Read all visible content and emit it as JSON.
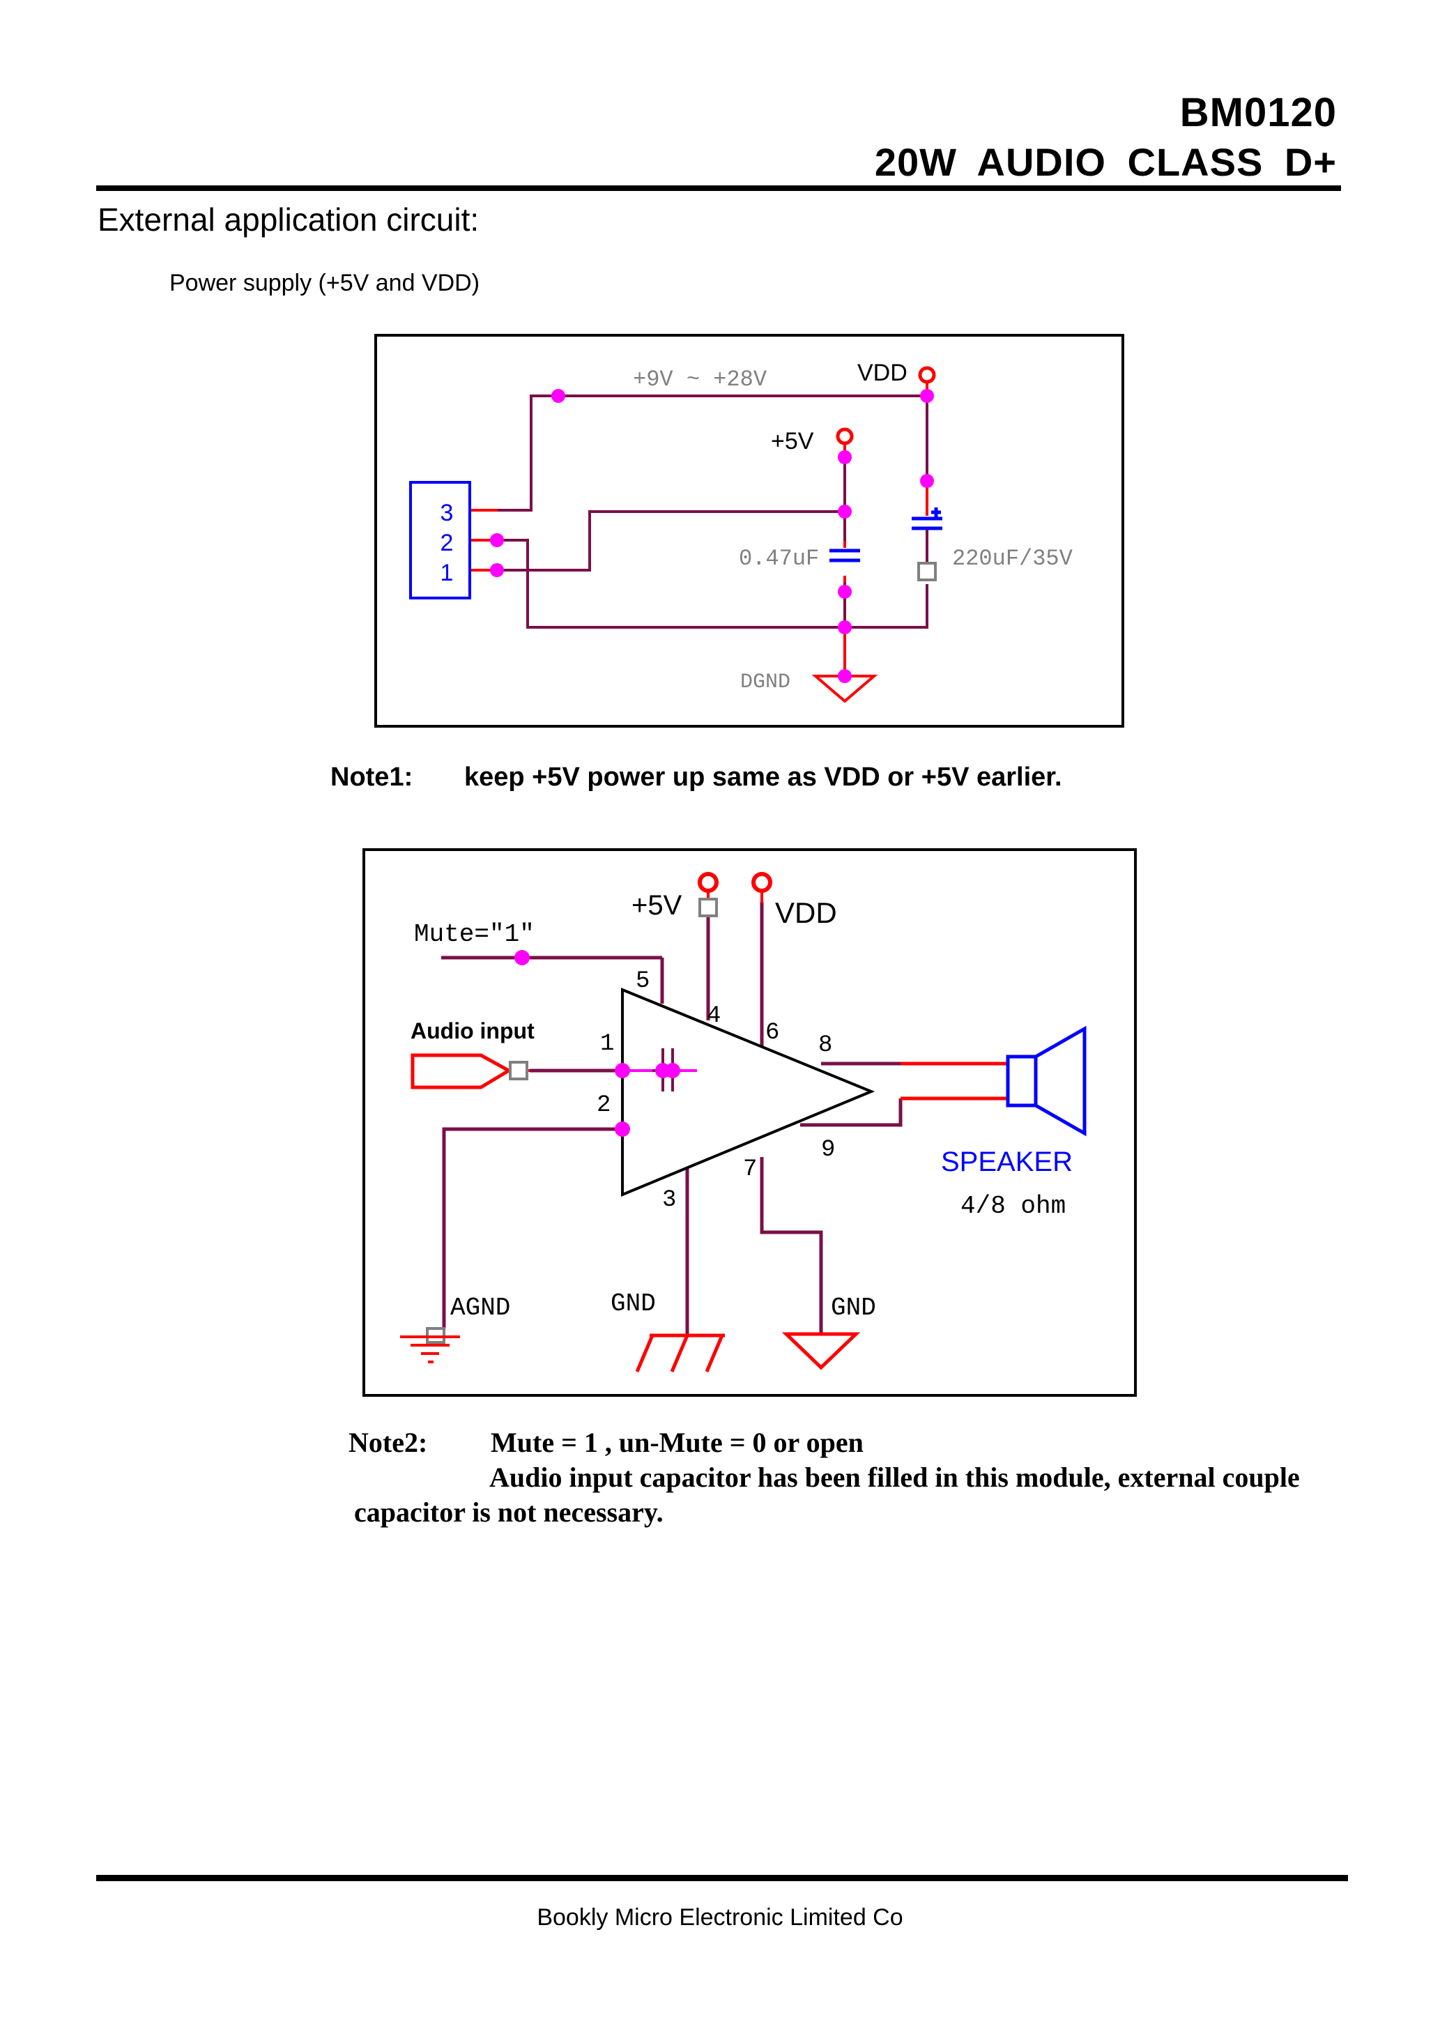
{
  "header": {
    "model": "BM0120",
    "subtitle": "20W  AUDIO  CLASS  D+"
  },
  "section_title": "External application circuit:",
  "power_supply": {
    "heading": "Power supply (+5V and VDD)",
    "voltage_range": "+9V ~ +28V",
    "vdd_label": "VDD",
    "p5v_label": "+5V",
    "connector_pins": [
      "3",
      "2",
      "1"
    ],
    "cap_small": "0.47uF",
    "cap_large": "220uF/35V",
    "ground_label": "DGND"
  },
  "note1": {
    "label": "Note1:",
    "text": "keep +5V power up same as VDD or +5V earlier."
  },
  "amplifier": {
    "mute_label": "Mute=\"1\"",
    "p5v_label": "+5V",
    "vdd_label": "VDD",
    "audio_input_label": "Audio input",
    "pins": [
      "1",
      "2",
      "3",
      "4",
      "5",
      "6",
      "7",
      "8",
      "9"
    ],
    "speaker_label": "SPEAKER",
    "speaker_impedance": "4/8 ohm",
    "agnd_label": "AGND",
    "gnd_label_1": "GND",
    "gnd_label_2": "GND"
  },
  "note2": {
    "label": "Note2:",
    "line1": "Mute = 1 , un-Mute = 0 or open",
    "line2": "Audio input capacitor has been filled in this module, external couple",
    "line3": "capacitor is not necessary."
  },
  "footer": {
    "company": "Bookly Micro Electronic Limited Co"
  },
  "colors": {
    "wire": "#7a1048",
    "node": "#ff00ff",
    "red": "#ff0000",
    "blue": "#0000ff",
    "gray": "#808080"
  }
}
